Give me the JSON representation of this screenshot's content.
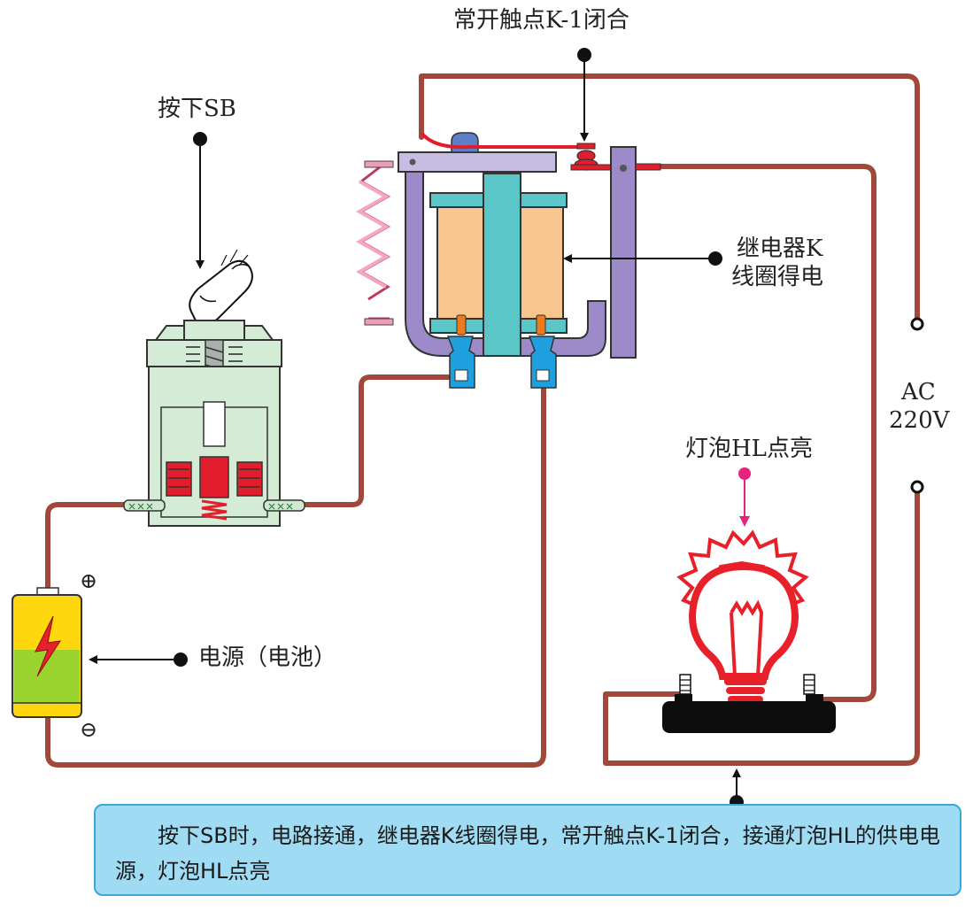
{
  "labels": {
    "switch_sb": "按下SB",
    "contact_k1": "常开触点K-1闭合",
    "coil_line1": "继电器K",
    "coil_line2": "线圈得电",
    "source_ac": "AC",
    "source_voltage": "220V",
    "bulb": "灯泡HL点亮",
    "battery": "电源（电池）",
    "plus": "⊕",
    "minus": "⊖"
  },
  "caption": "按下SB时，电路接通，继电器K线圈得电，常开触点K-1闭合，接通灯泡HL的供电电源，灯泡HL点亮",
  "colors": {
    "wire": "#a0483a",
    "relay_frame": "#9d8ac8",
    "coil": "#f7c58d",
    "core": "#5bc6c8",
    "switch_body": "#d4ecd5",
    "contact_red": "#e21e2d",
    "bulb_red": "#e8202a",
    "pointer_pink": "#e6227e",
    "caption_bg": "#9fdcf3"
  }
}
